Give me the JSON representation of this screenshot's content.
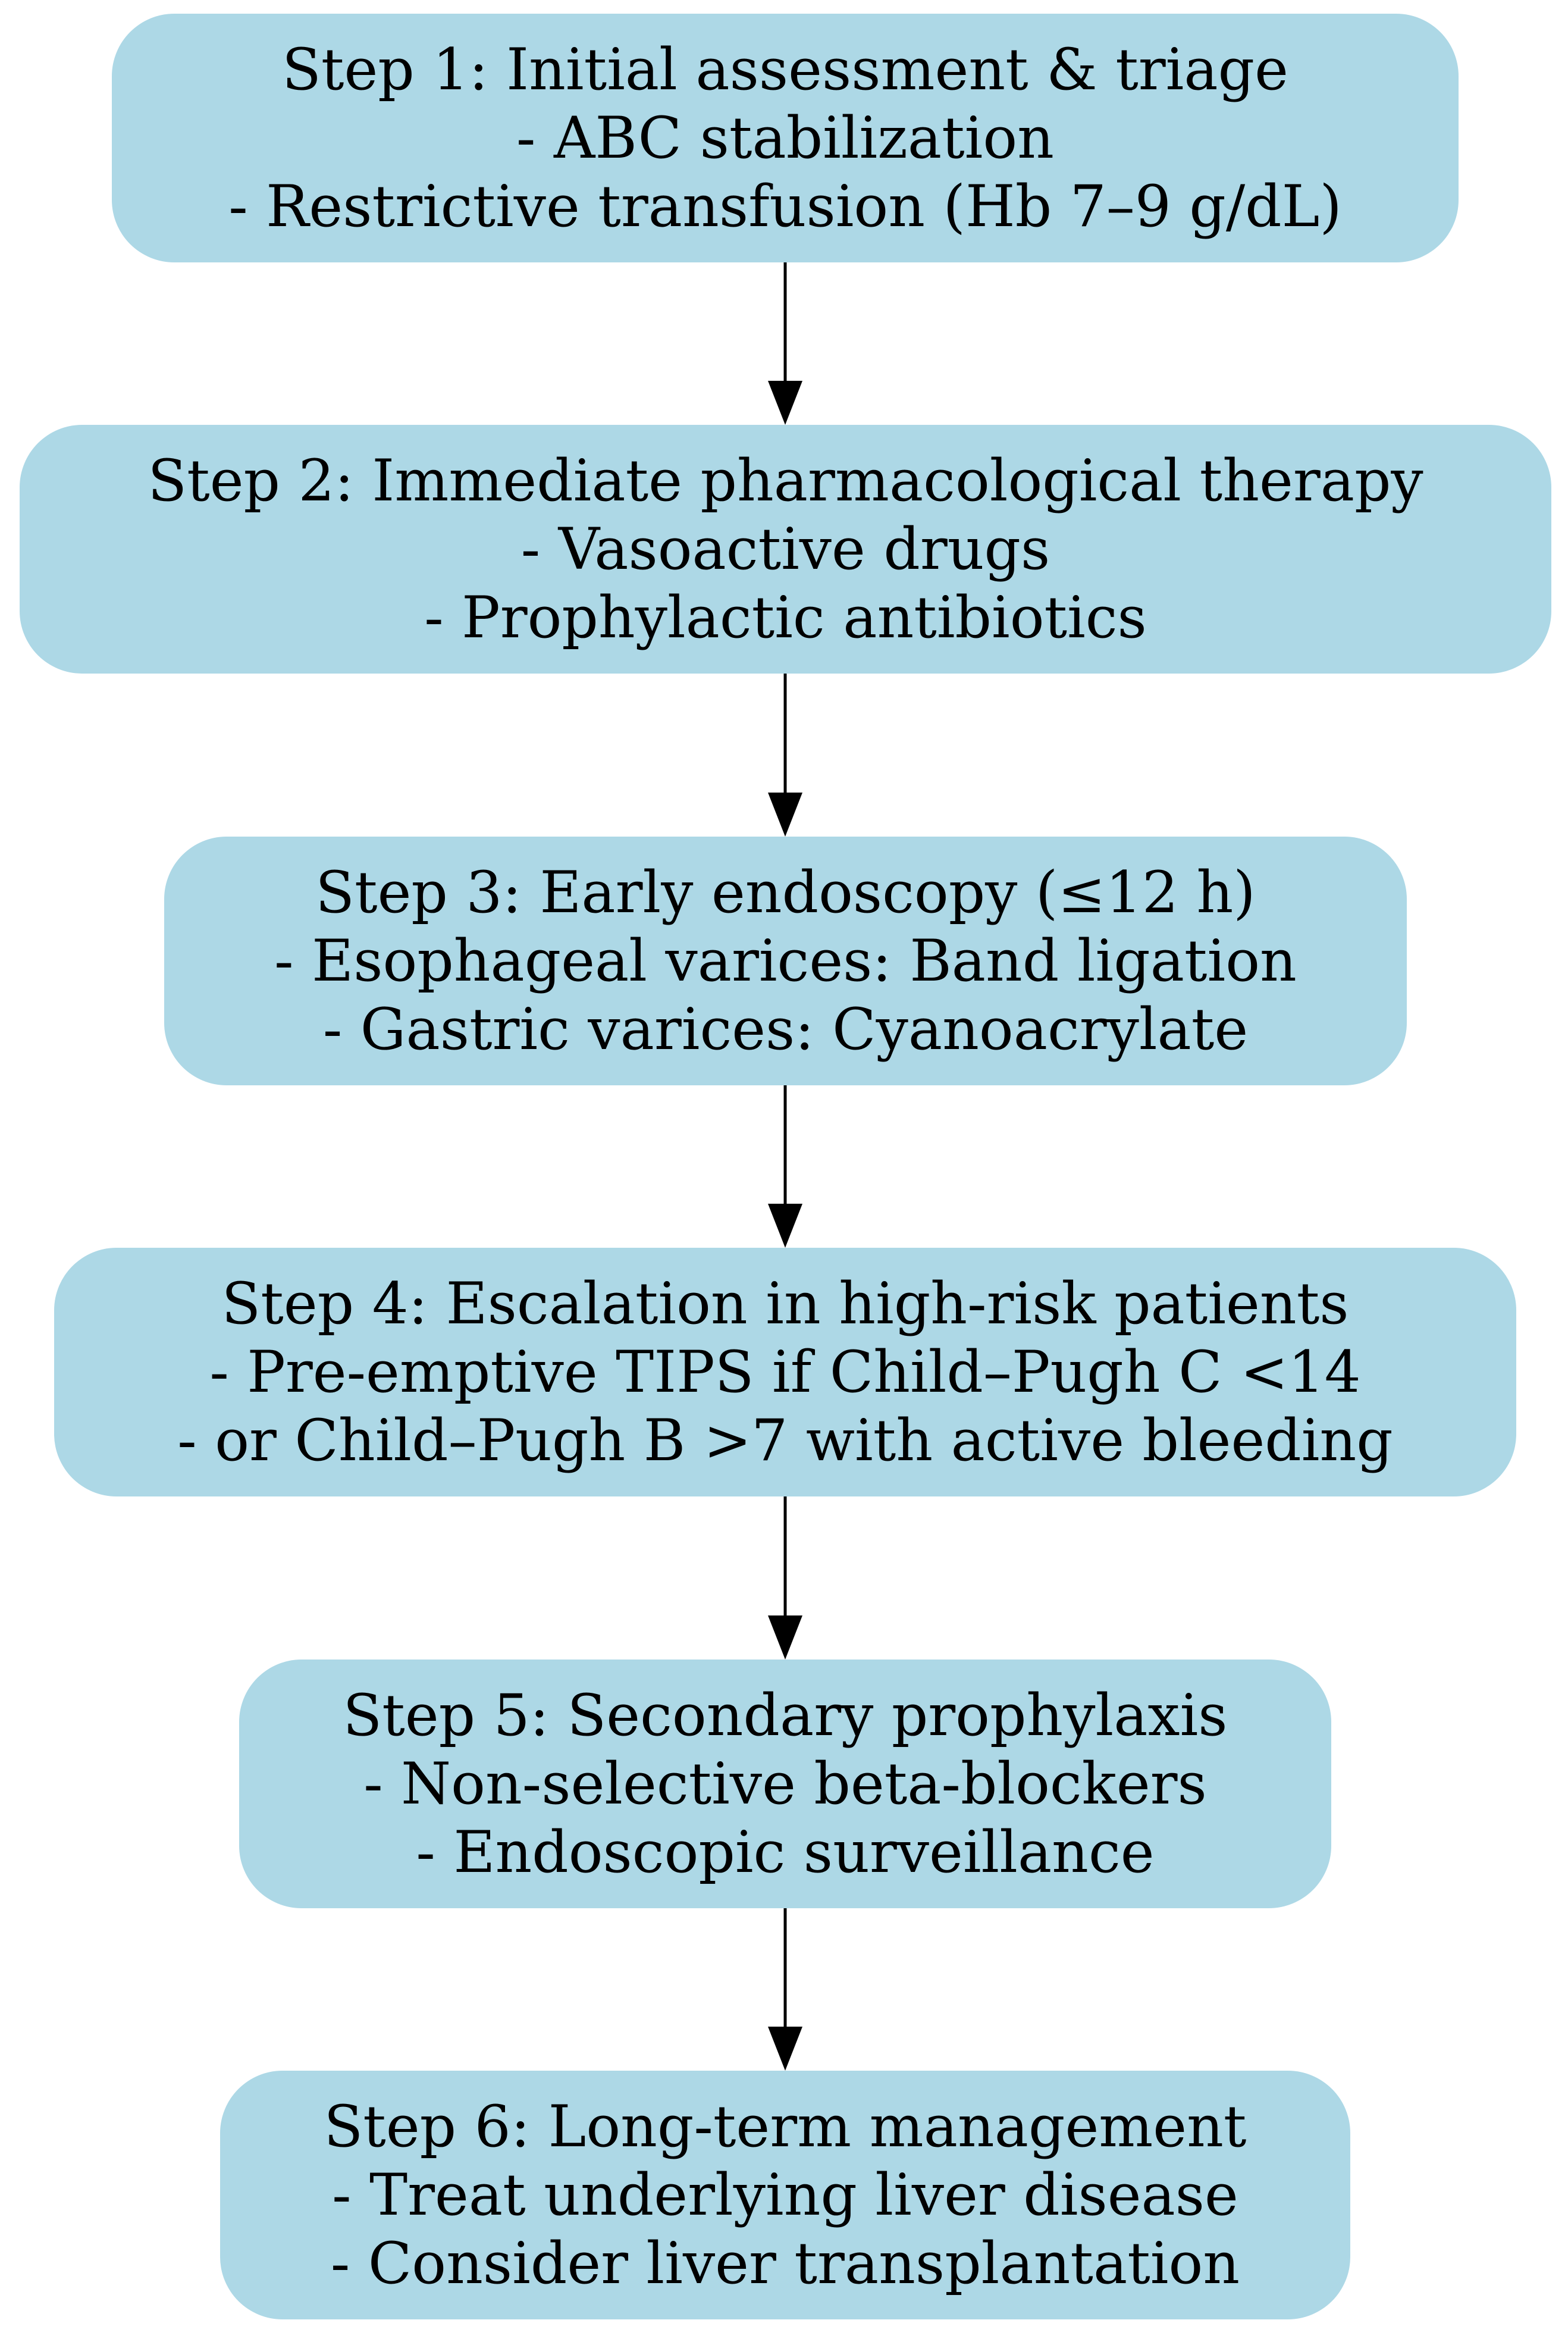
{
  "diagram": {
    "type": "flowchart",
    "direction": "top-to-bottom",
    "colors": {
      "node_fill": "#add8e6",
      "text": "#000000",
      "edge": "#000000"
    },
    "nodes": [
      {
        "id": "step1",
        "title": "Step 1: Initial assessment & triage",
        "line1": "- ABC stabilization",
        "line2": "- Restrictive transfusion (Hb 7–9 g/dL)"
      },
      {
        "id": "step2",
        "title": "Step 2: Immediate pharmacological therapy",
        "line1": "- Vasoactive drugs",
        "line2": "- Prophylactic antibiotics"
      },
      {
        "id": "step3",
        "title": "Step 3: Early endoscopy (≤12 h)",
        "line1": "- Esophageal varices: Band ligation",
        "line2": "- Gastric varices: Cyanoacrylate"
      },
      {
        "id": "step4",
        "title": "Step 4: Escalation in high-risk patients",
        "line1": "- Pre-emptive TIPS if Child–Pugh C <14",
        "line2": "- or Child–Pugh B >7 with active bleeding"
      },
      {
        "id": "step5",
        "title": "Step 5: Secondary prophylaxis",
        "line1": "- Non-selective beta-blockers",
        "line2": "- Endoscopic surveillance"
      },
      {
        "id": "step6",
        "title": "Step 6: Long-term management",
        "line1": "- Treat underlying liver disease",
        "line2": "- Consider liver transplantation"
      }
    ],
    "edges": [
      {
        "from": "step1",
        "to": "step2"
      },
      {
        "from": "step2",
        "to": "step3"
      },
      {
        "from": "step3",
        "to": "step4"
      },
      {
        "from": "step4",
        "to": "step5"
      },
      {
        "from": "step5",
        "to": "step6"
      }
    ]
  }
}
